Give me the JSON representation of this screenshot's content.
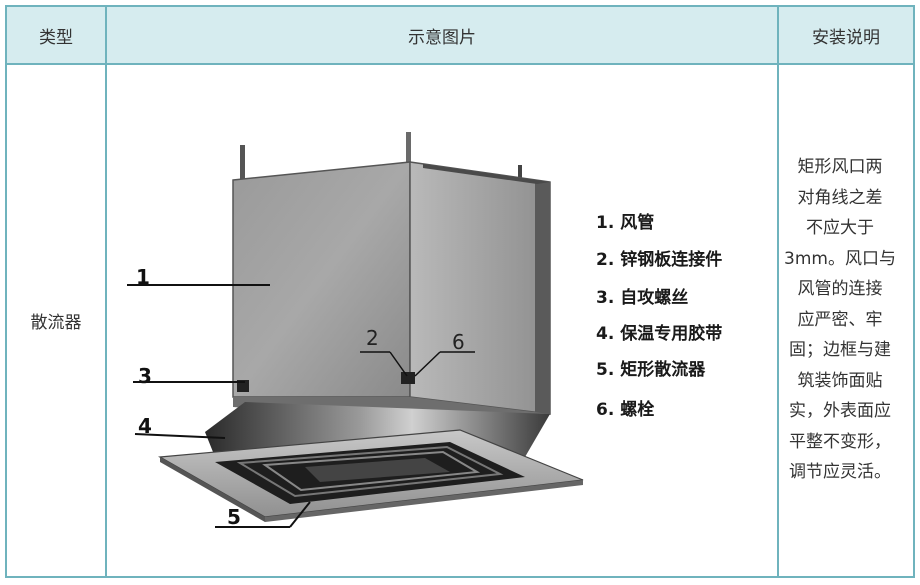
{
  "header": {
    "col_type": "类型",
    "col_image": "示意图片",
    "col_install": "安装说明"
  },
  "row": {
    "type": "散流器",
    "description_lines": [
      "矩形风口两",
      "对角线之差",
      "不应大于",
      "3mm。风口与",
      "风管的连接",
      "应严密、牢",
      "固；边框与建",
      "筑装饰面贴",
      "实，外表面应",
      "平整不变形，",
      "调节应灵活。"
    ]
  },
  "figure": {
    "legend": [
      "1. 风管",
      "2. 锌钢板连接件",
      "3. 自攻螺丝",
      "4. 保温专用胶带",
      "5. 矩形散流器",
      "6. 螺栓"
    ],
    "callouts": [
      "1",
      "2",
      "3",
      "4",
      "5",
      "6"
    ]
  }
}
